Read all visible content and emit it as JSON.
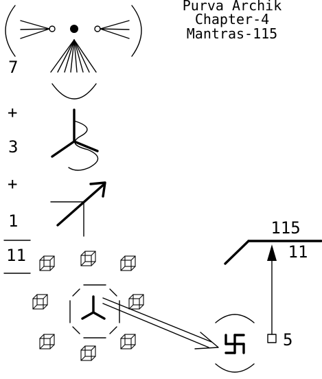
{
  "header": {
    "line1": "Purva Archik",
    "line2": "Chapter-4",
    "line3": "Mantras-115"
  },
  "left_column": {
    "n1": "7",
    "op1": "+",
    "n2": "3",
    "op2": "+",
    "n3": "1",
    "total": "11"
  },
  "right_block": {
    "numerator": "115",
    "denominator": "11",
    "small_number": "5"
  }
}
